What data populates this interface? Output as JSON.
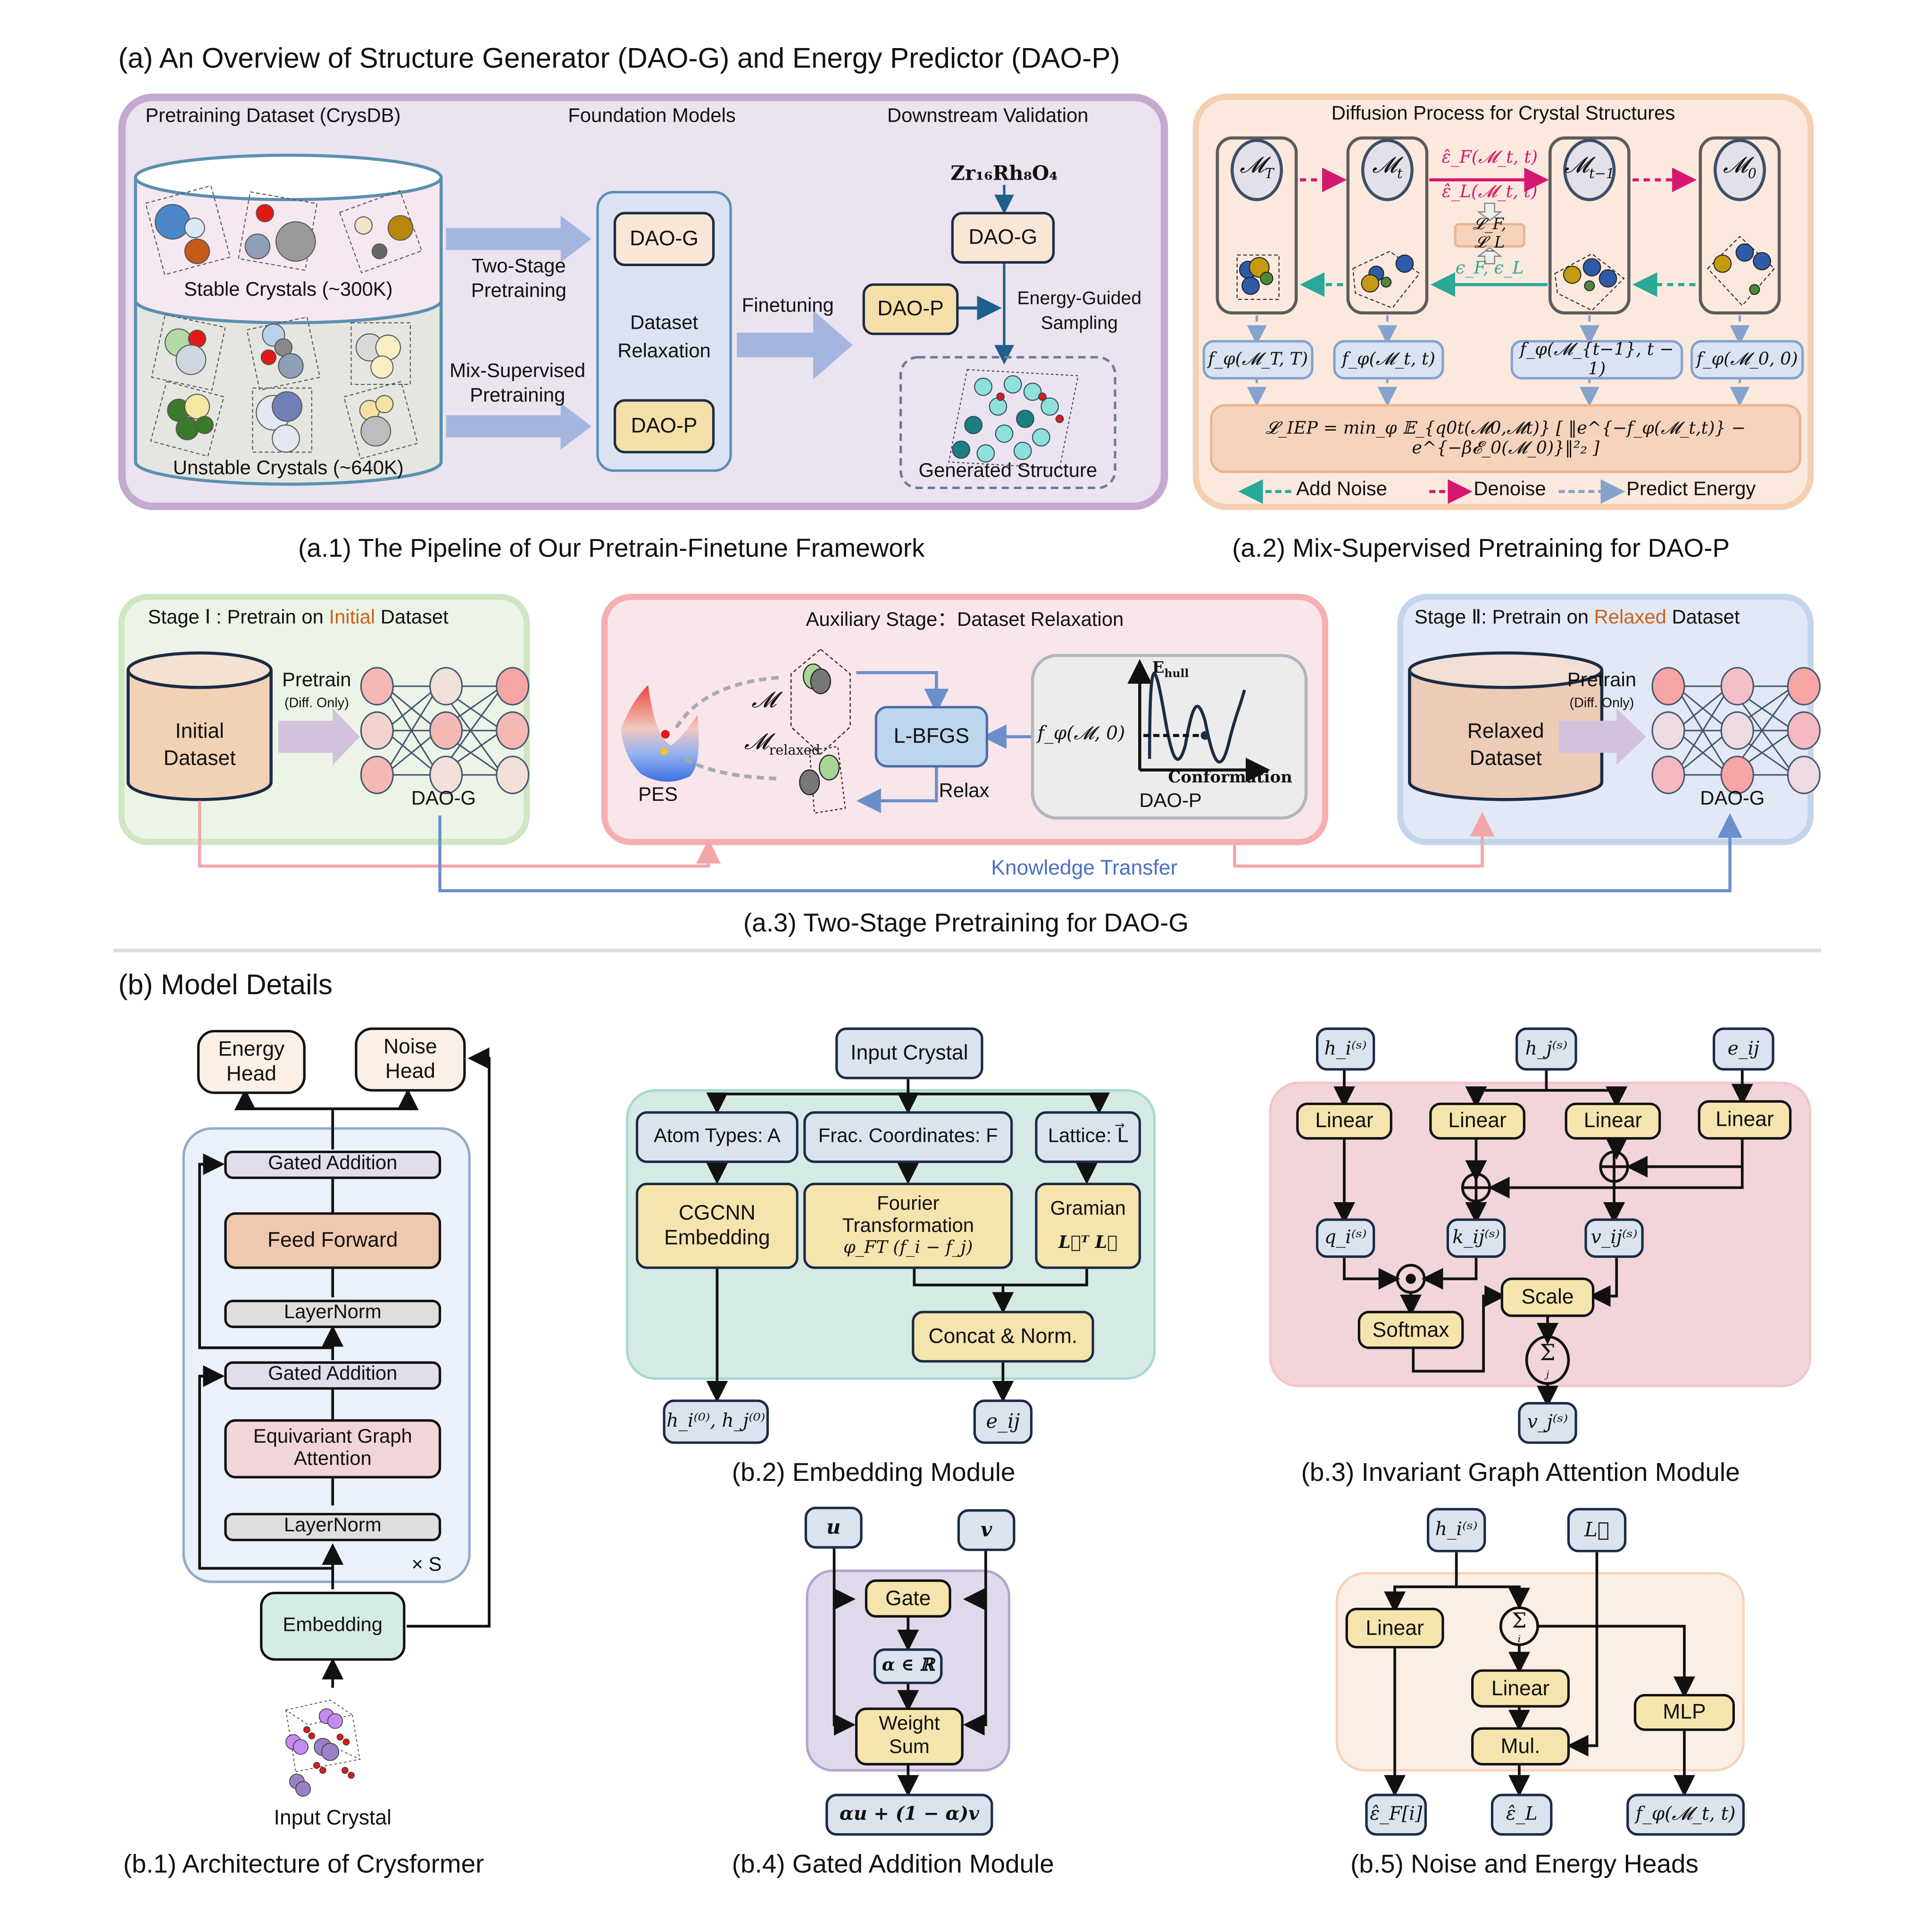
{
  "overview": {
    "title": "(a) An Overview of Structure Generator (DAO-G) and Energy Predictor (DAO-P)",
    "pipeline": {
      "section_pretraining_dataset": "Pretraining Dataset (CrysDB)",
      "section_foundation_models": "Foundation Models",
      "section_downstream": "Downstream Validation",
      "stable_crystals": "Stable Crystals (~300K)",
      "unstable_crystals": "Unstable Crystals (~640K)",
      "arrow_two_stage": "Two-Stage\nPretraining",
      "arrow_mix_supervised": "Mix-Supervised\nPretraining",
      "model_g": "DAO-G",
      "model_p": "DAO-P",
      "dataset_relaxation": "Dataset\nRelaxation",
      "finetuning": "Finetuning",
      "formula": "Zr₁₆Rh₈O₄",
      "downstream_g": "DAO-G",
      "downstream_p": "DAO-P",
      "energy_guided": "Energy-Guided\nSampling",
      "generated_structure": "Generated Structure",
      "caption": "(a.1) The Pipeline of Our Pretrain-Finetune Framework"
    },
    "diffusion": {
      "title": "Diffusion Process for Crystal Structures",
      "states": [
        "𝓜_T",
        "𝓜_t",
        "𝓜_{t−1}",
        "𝓜_0"
      ],
      "state_labels": {
        "MT": "𝓜",
        "MT_sub": "T",
        "Mt": "𝓜",
        "Mt_sub": "t",
        "Mt1": "𝓜",
        "Mt1_sub": "t−1",
        "M0": "𝓜",
        "M0_sub": "0"
      },
      "eps_hat_F": "ε̂_F(𝓜_t, t)",
      "eps_hat_L": "ε̂_L(𝓜_t, t)",
      "loss_box": "𝓛_F, 𝓛_L",
      "eps_true": "ϵ_F, ϵ_L",
      "f_boxes": [
        "f_φ(𝓜_T, T)",
        "f_φ(𝓜_t, t)",
        "f_φ(𝓜_{t−1}, t − 1)",
        "f_φ(𝓜_0, 0)"
      ],
      "loss_formula": "𝓛_IEP = min_φ 𝔼_{q0t(𝓜0,𝓜t)} [ ‖e^{−f_φ(𝓜_t,t)} − e^{−β𝓔_0(𝓜_0)}‖²₂ ]",
      "legend": [
        {
          "label": "Add Noise",
          "color": "#2aa898"
        },
        {
          "label": "Denoise",
          "color": "#d6176f"
        },
        {
          "label": "Predict Energy",
          "color": "#85a3cc"
        }
      ],
      "caption": "(a.2) Mix-Supervised Pretraining for DAO-P"
    },
    "two_stage": {
      "stage1_title_pre": "Stage Ⅰ : Pretrain on ",
      "stage1_title_hl": "Initial",
      "stage1_title_post": " Dataset",
      "stage1_dataset": "Initial\nDataset",
      "pretrain": "Pretrain",
      "diff_only": "(Diff. Only)",
      "stage1_model": "DAO-G",
      "aux_title": "Auxiliary Stage：Dataset Relaxation",
      "pes": "PES",
      "m_label": "𝓜",
      "m_relaxed": "𝓜",
      "m_relaxed_sub": "relaxed",
      "lbfgs": "L-BFGS",
      "relax": "Relax",
      "f_label": "f_φ(𝓜, 0)",
      "ehull": "E",
      "ehull_sub": "hull",
      "conformation": "Conformation",
      "aux_model": "DAO-P",
      "stage2_title_pre": "Stage Ⅱ: Pretrain on ",
      "stage2_title_hl": "Relaxed",
      "stage2_title_post": " Dataset",
      "stage2_dataset": "Relaxed\nDataset",
      "stage2_model": "DAO-G",
      "knowledge_transfer": "Knowledge Transfer",
      "caption": "(a.3) Two-Stage Pretraining for DAO-G",
      "highlight_color": "#c8621c"
    }
  },
  "model_details": {
    "title": "(b) Model Details",
    "crysformer": {
      "energy_head": "Energy\nHead",
      "noise_head": "Noise\nHead",
      "gated_addition_1": "Gated Addition",
      "feed_forward": "Feed Forward",
      "layernorm_1": "LayerNorm",
      "gated_addition_2": "Gated Addition",
      "attention": "Equivariant Graph\nAttention",
      "layernorm_2": "LayerNorm",
      "repeat": "× S",
      "embedding": "Embedding",
      "input_crystal": "Input Crystal",
      "caption": "(b.1) Architecture of Crysformer"
    },
    "embedding": {
      "input": "Input Crystal",
      "atom_types": "Atom Types: A",
      "frac_coords": "Frac. Coordinates: F",
      "lattice": "Lattice: L⃗",
      "cgcnn": "CGCNN\nEmbedding",
      "fourier": "Fourier\nTransformation",
      "fourier_formula": "φ_FT (f_i − f_j)",
      "gramian": "Gramian",
      "gramian_formula": "L⃗ᵀ L⃗",
      "concat": "Concat & Norm.",
      "out_h": "h_i⁽⁰⁾, h_j⁽⁰⁾",
      "out_e": "e_ij",
      "caption": "(b.2) Embedding Module"
    },
    "attention": {
      "in_hi": "h_i⁽ˢ⁾",
      "in_hj": "h_j⁽ˢ⁾",
      "in_e": "e_ij",
      "linear": "Linear",
      "q": "q_i⁽ˢ⁾",
      "k": "k_ij⁽ˢ⁾",
      "v": "v_ij⁽ˢ⁾",
      "softmax": "Softmax",
      "scale": "Scale",
      "sum": "Σ",
      "sum_sub": "j",
      "out": "v_j⁽ˢ⁾",
      "caption": "(b.3) Invariant Graph Attention Module"
    },
    "gated": {
      "in_u": "u",
      "in_v": "v",
      "gate": "Gate",
      "alpha": "α ∈ ℝ",
      "weight_sum": "Weight\nSum",
      "out": "αu + (1 − α)v",
      "caption": "(b.4) Gated Addition Module"
    },
    "heads": {
      "in_h": "h_i⁽ˢ⁾",
      "in_L": "L⃗",
      "linear1": "Linear",
      "sum": "Σ",
      "sum_sub": "i",
      "linear2": "Linear",
      "mul": "Mul.",
      "mlp": "MLP",
      "out_F": "ε̂_F[i]",
      "out_L": "ε̂_L",
      "out_E": "f_φ(𝓜_t, t)",
      "caption": "(b.5) Noise and Energy Heads"
    }
  }
}
